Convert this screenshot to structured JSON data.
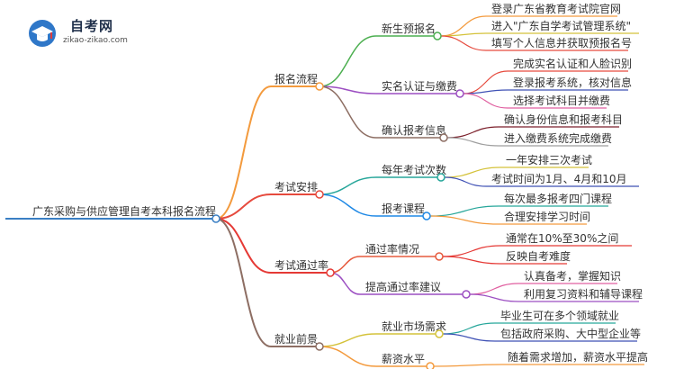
{
  "logo": {
    "title": "自考网",
    "subtitle": "zikao-zikao.com",
    "badge_color": "#2f77c8",
    "accent_color": "#e03b3b"
  },
  "mindmap": {
    "root": "广东采购与供应管理自考本科报名流程",
    "root_color": "#3a7fc4",
    "branches": [
      {
        "label": "报名流程",
        "color": "#f39a3d",
        "children": [
          {
            "label": "新生预报名",
            "color": "#4caf50",
            "children": [
              {
                "label": "登录广东省教育考试院官网",
                "color": "#f39a3d"
              },
              {
                "label": "进入\"广东自学考试管理系统\"",
                "color": "#d4c23a"
              },
              {
                "label": "填写个人信息并获取预报名号",
                "color": "#e64a3d"
              }
            ]
          },
          {
            "label": "实名认证与缴费",
            "color": "#9c4fc2",
            "children": [
              {
                "label": "完成实名认证和人脸识别",
                "color": "#e64a3d"
              },
              {
                "label": "登录报考系统，核对信息",
                "color": "#3f51b5"
              },
              {
                "label": "选择考试科目并缴费",
                "color": "#e05fa0"
              }
            ]
          },
          {
            "label": "确认报考信息",
            "color": "#8d6e63",
            "children": [
              {
                "label": "确认身份信息和报考科目",
                "color": "#7b1f2a"
              },
              {
                "label": "进入缴费系统完成缴费",
                "color": "#9e9e9e"
              }
            ]
          }
        ]
      },
      {
        "label": "考试安排",
        "color": "#e64a3d",
        "children": [
          {
            "label": "每年考试次数",
            "color": "#26a69a",
            "children": [
              {
                "label": "一年安排三次考试",
                "color": "#d4c23a"
              },
              {
                "label": "考试时间为1月、4月和10月",
                "color": "#3f51b5"
              }
            ]
          },
          {
            "label": "报考课程",
            "color": "#1e88e5",
            "children": [
              {
                "label": "每次最多报考四门课程",
                "color": "#26a69a"
              },
              {
                "label": "合理安排学习时间",
                "color": "#f39a3d"
              }
            ]
          }
        ]
      },
      {
        "label": "考试通过率",
        "color": "#e53935",
        "children": [
          {
            "label": "通过率情况",
            "color": "#e65a3d",
            "children": [
              {
                "label": "通常在10%至30%之间",
                "color": "#e53935"
              },
              {
                "label": "反映自考难度",
                "color": "#e53935"
              }
            ]
          },
          {
            "label": "提高通过率建议",
            "color": "#9c4fc2",
            "children": [
              {
                "label": "认真备考，掌握知识",
                "color": "#e05fa0"
              },
              {
                "label": "利用复习资料和辅导课程",
                "color": "#9c4fc2"
              }
            ]
          }
        ]
      },
      {
        "label": "就业前景",
        "color": "#8d6e63",
        "children": [
          {
            "label": "就业市场需求",
            "color": "#d4c23a",
            "children": [
              {
                "label": "毕业生可在多个领域就业",
                "color": "#26a69a"
              },
              {
                "label": "包括政府采购、大中型企业等",
                "color": "#3f51b5"
              }
            ]
          },
          {
            "label": "薪资水平",
            "color": "#f39a3d",
            "children": [
              {
                "label": "随着需求增加，薪资水平提高",
                "color": "#f39a3d"
              }
            ]
          }
        ]
      }
    ]
  }
}
